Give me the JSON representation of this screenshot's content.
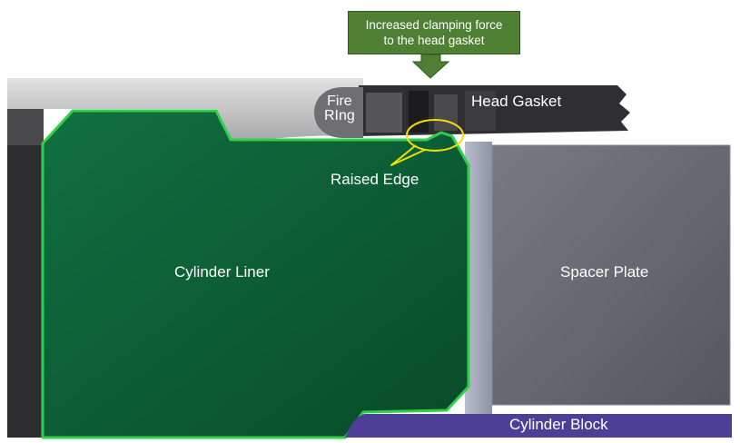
{
  "callout": {
    "line1": "Increased clamping force",
    "line2": "to the head gasket"
  },
  "labels": {
    "fire_ring_line1": "Fire",
    "fire_ring_line2": "RIng",
    "head_gasket": "Head Gasket",
    "raised_edge": "Raised Edge",
    "cylinder_liner": "Cylinder Liner",
    "spacer_plate": "Spacer Plate",
    "cylinder_block": "Cylinder Block"
  },
  "colors": {
    "liner_green": "#0c5a34",
    "liner_outline": "#2fd14a",
    "spacer_gray": "#62646c",
    "block_purple": "#4d3f96",
    "callout_green": "#4e7f33",
    "highlight_yellow": "#f1e000"
  }
}
